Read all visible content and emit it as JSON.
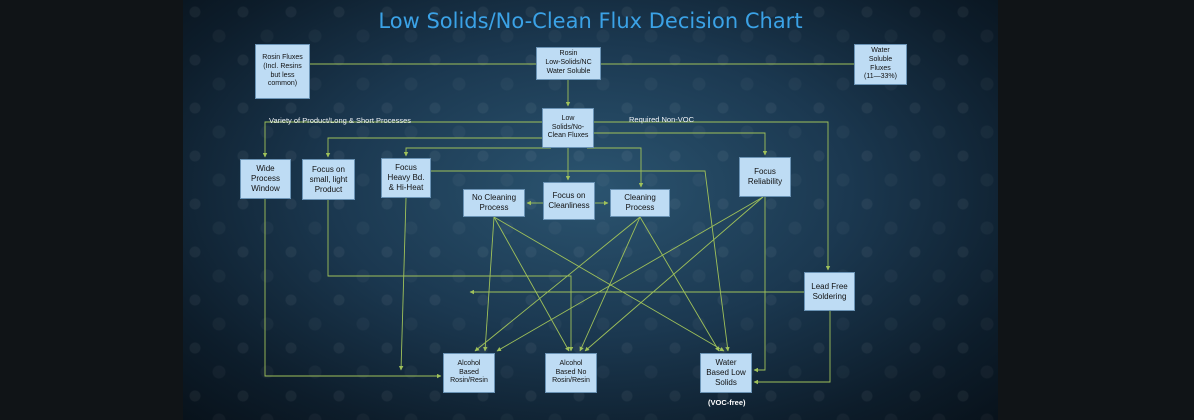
{
  "title": "Low Solids/No-Clean Flux Decision Chart",
  "nodes": {
    "rosin_fluxes": "Rosin Fluxes\n(Incl. Resins\nbut less\ncommon)",
    "rosin_low_solids": "Rosin\nLow-Solids/NC\nWater Soluble",
    "water_soluble": "Water\nSoluble\nFluxes\n(11—33%)",
    "low_solids_nc": "Low\nSolids/No-\nClean Fluxes",
    "wide_process": "Wide\nProcess\nWindow",
    "focus_small": "Focus on\nsmall, light\nProduct",
    "focus_heavy": "Focus\nHeavy Bd.\n& Hi-Heat",
    "focus_reliability": "Focus\nReliability",
    "no_cleaning": "No Cleaning\nProcess",
    "focus_cleanliness": "Focus on\nCleanliness",
    "cleaning_process": "Cleaning\nProcess",
    "lead_free": "Lead Free\nSoldering",
    "alcohol_rosin": "Alcohol\nBased\nRosin/Resin",
    "alcohol_no_rosin": "Alcohol\nBased No\nRosin/Resin",
    "water_low_solids": "Water\nBased Low\nSolids"
  },
  "labels": {
    "variety": "Variety of Product/Long & Short Processes",
    "non_voc": "Required Non-VOC",
    "voc_free": "(VOC-free)"
  }
}
